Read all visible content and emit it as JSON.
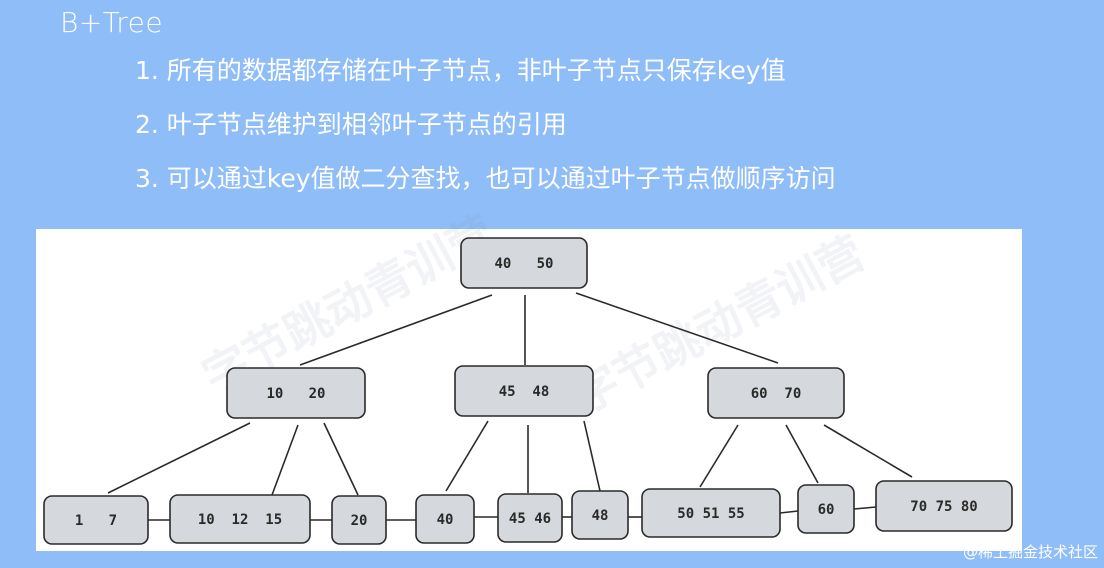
{
  "title": "B+Tree",
  "bullets": [
    "1. 所有的数据都存储在叶子节点，非叶子节点只保存key值",
    "2. 叶子节点维护到相邻叶子节点的引用",
    "3. 可以通过key值做二分查找，也可以通过叶子节点做顺序访问"
  ],
  "tree": {
    "root": "40   50",
    "internal": [
      "10   20",
      "45  48",
      "60  70"
    ],
    "leaves": [
      "1   7",
      "10  12  15",
      "20",
      "40",
      "45 46",
      "48",
      "50 51 55",
      "60",
      "70 75 80"
    ]
  },
  "watermark_text": "字节跳动青训营",
  "credit": "@稀土掘金技术社区",
  "colors": {
    "background": "#8fbdf8",
    "node_fill": "#d5d8dc",
    "stroke": "#2a2a2a"
  }
}
